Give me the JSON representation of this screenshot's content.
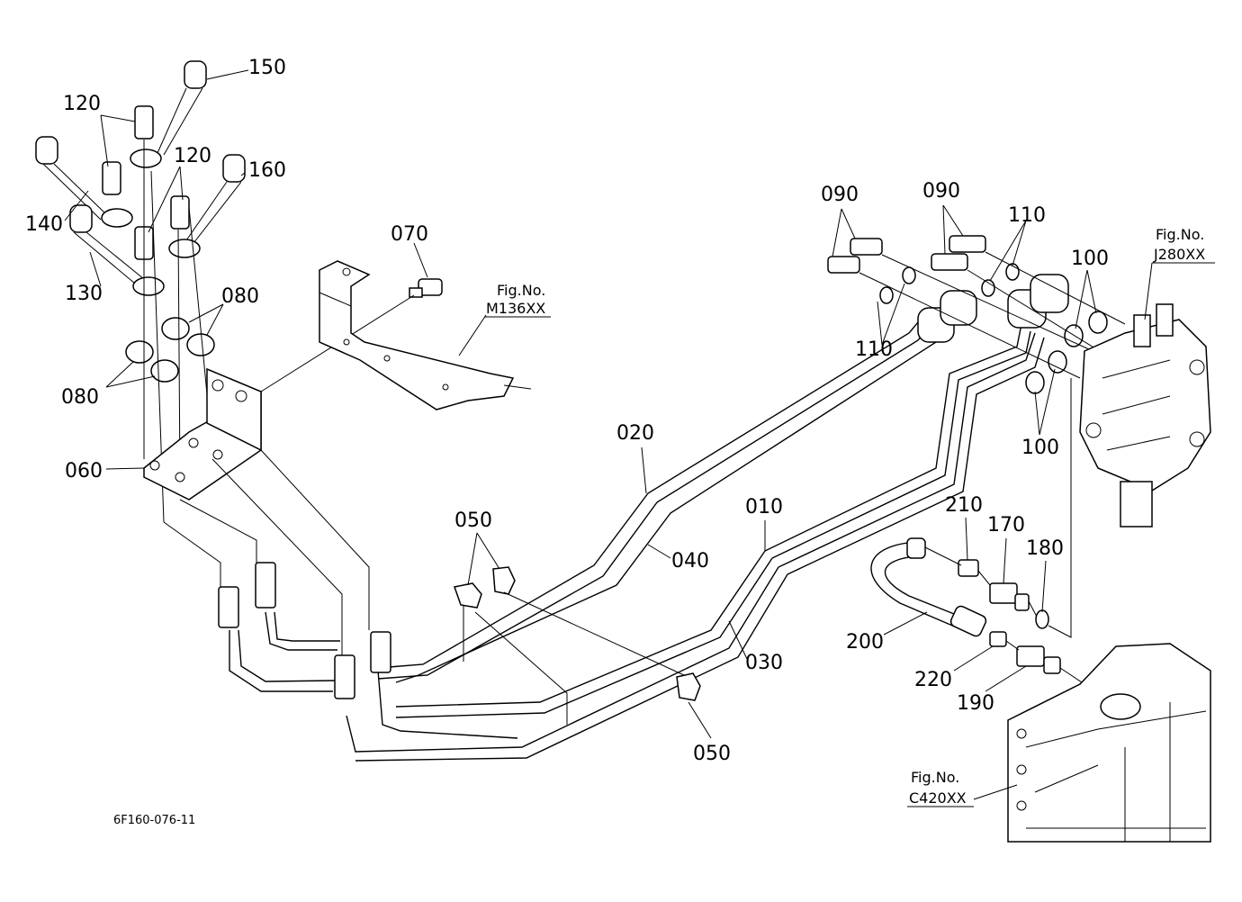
{
  "drawing_code": "6F160-076-11",
  "labels": {
    "l150": "150",
    "l120a": "120",
    "l120b": "120",
    "l160": "160",
    "l140": "140",
    "l130": "130",
    "l080a": "080",
    "l080b": "080",
    "l060": "060",
    "l070": "070",
    "l090a": "090",
    "l090b": "090",
    "l110a": "110",
    "l110b": "110",
    "l100a": "100",
    "l100b": "100",
    "l020": "020",
    "l040": "040",
    "l010": "010",
    "l030": "030",
    "l050a": "050",
    "l050b": "050",
    "l210": "210",
    "l170": "170",
    "l180": "180",
    "l200": "200",
    "l220": "220",
    "l190": "190"
  },
  "figrefs": {
    "m136": {
      "title": "Fig.No.",
      "number": "M136XX"
    },
    "j280": {
      "title": "Fig.No.",
      "number": "J280XX"
    },
    "c420": {
      "title": "Fig.No.",
      "number": "C420XX"
    }
  }
}
